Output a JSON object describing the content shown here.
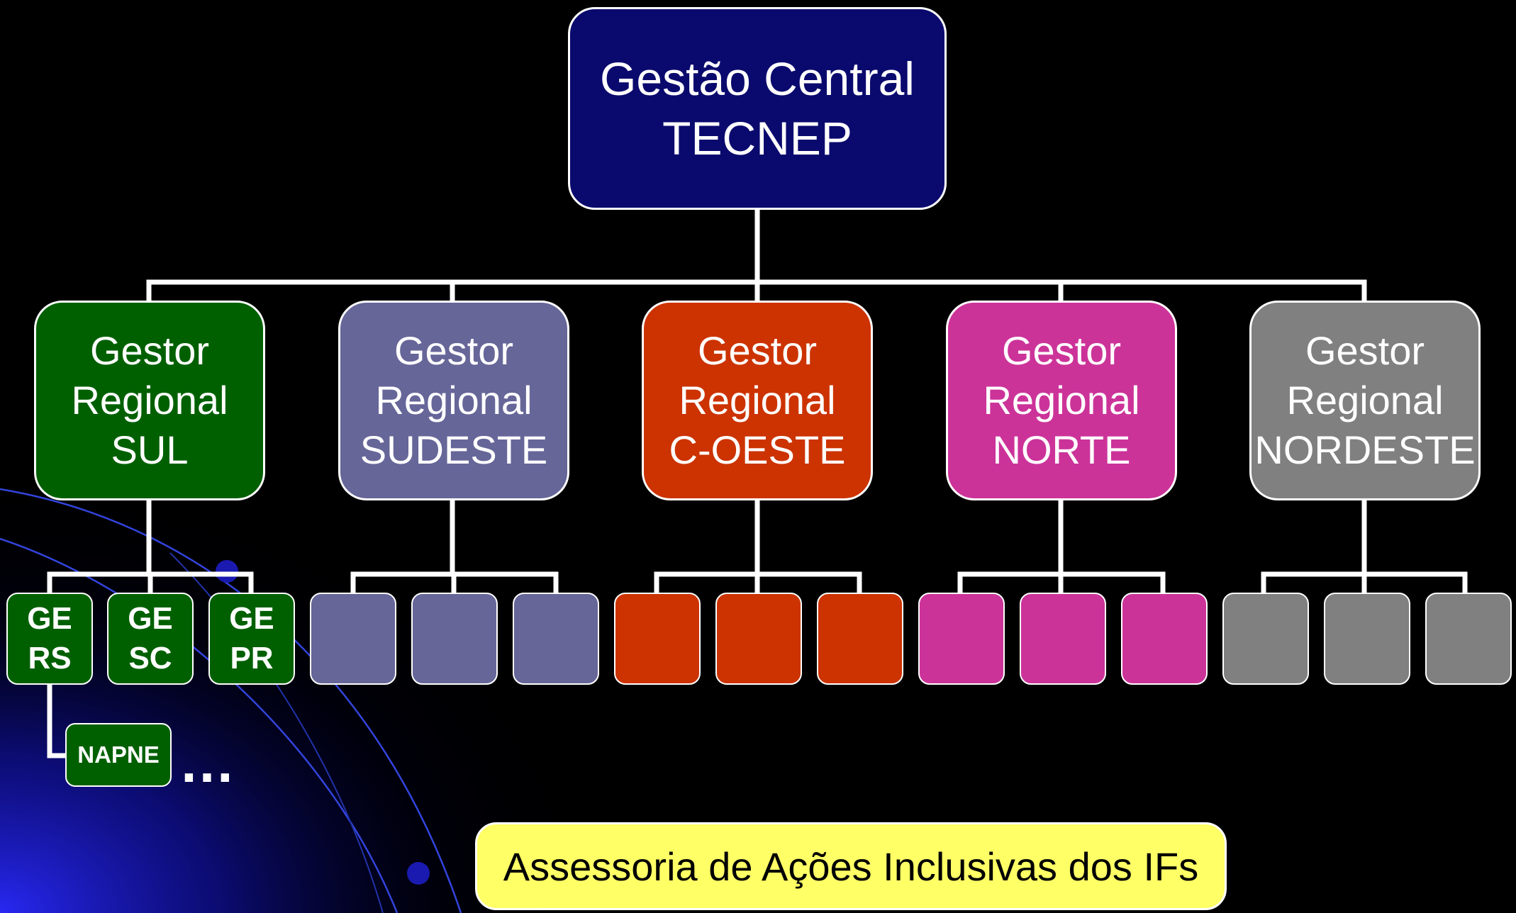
{
  "central": {
    "line1": "Gestão Central",
    "line2": "TECNEP",
    "color": "#0a0a6e"
  },
  "regions": [
    {
      "line1": "Gestor",
      "line2": "Regional",
      "line3": "SUL",
      "color": "#006000"
    },
    {
      "line1": "Gestor",
      "line2": "Regional",
      "line3": "SUDESTE",
      "color": "#666699"
    },
    {
      "line1": "Gestor",
      "line2": "Regional",
      "line3": "C-OESTE",
      "color": "#cc3300"
    },
    {
      "line1": "Gestor",
      "line2": "Regional",
      "line3": "NORTE",
      "color": "#cc3399"
    },
    {
      "line1": "Gestor",
      "line2": "Regional",
      "line3": "NORDESTE",
      "color": "#808080"
    }
  ],
  "states": [
    [
      {
        "line1": "GE",
        "line2": "RS"
      },
      {
        "line1": "GE",
        "line2": "SC"
      },
      {
        "line1": "GE",
        "line2": "PR"
      }
    ],
    [
      {
        "line1": "",
        "line2": ""
      },
      {
        "line1": "",
        "line2": ""
      },
      {
        "line1": "",
        "line2": ""
      }
    ],
    [
      {
        "line1": "",
        "line2": ""
      },
      {
        "line1": "",
        "line2": ""
      },
      {
        "line1": "",
        "line2": ""
      }
    ],
    [
      {
        "line1": "",
        "line2": ""
      },
      {
        "line1": "",
        "line2": ""
      },
      {
        "line1": "",
        "line2": ""
      }
    ],
    [
      {
        "line1": "",
        "line2": ""
      },
      {
        "line1": "",
        "line2": ""
      },
      {
        "line1": "",
        "line2": ""
      }
    ]
  ],
  "napne": {
    "label": "NAPNE"
  },
  "ellipsis": "…",
  "assessoria": {
    "label": "Assessoria de Ações Inclusivas dos IFs",
    "color": "#ffff66"
  },
  "colors": {
    "background": "#000000",
    "connector": "#ffffff",
    "accent_glow": "#1a1aff"
  }
}
